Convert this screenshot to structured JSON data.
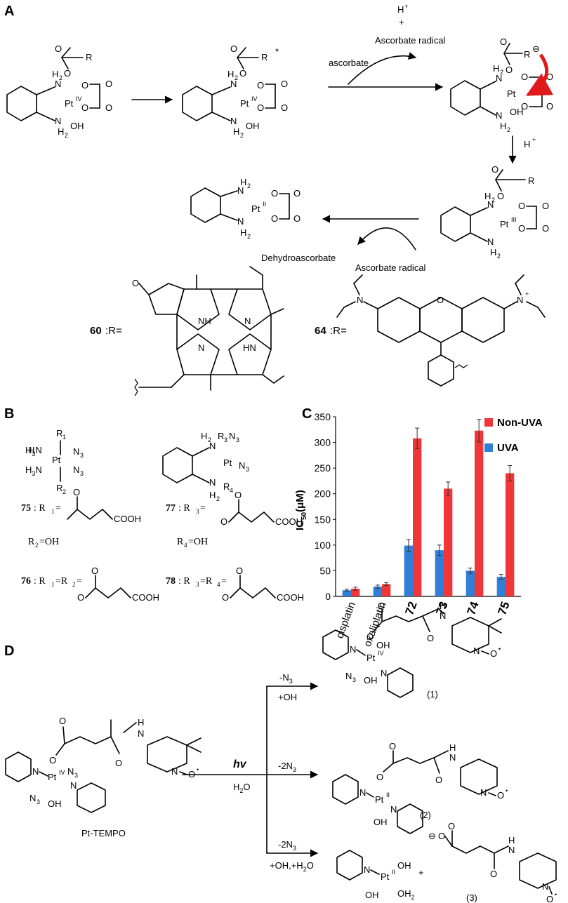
{
  "panels": {
    "a": "A",
    "b": "B",
    "c": "C",
    "d": "D"
  },
  "panel_a": {
    "top_right": {
      "h": "H",
      "plus_sup": "+",
      "plus": "+",
      "ascorbate_radical": "Ascorbate radical"
    },
    "ascorbate": "ascorbate",
    "proton_h": "H",
    "proton_plus": "+",
    "dehydroascorbate": "Dehydroascorbate",
    "ascorbate_radical_bottom": "Ascorbate radical",
    "star": "*",
    "minus": "⊖",
    "atoms": {
      "pt": "Pt",
      "iv": "IV",
      "iii": "III",
      "ii": "II",
      "h": "H",
      "two": "2",
      "n": "N",
      "o": "O",
      "oh": "OH",
      "r": "R",
      "nh": "NH",
      "hn": "HN",
      "plus": "+"
    },
    "r60": {
      "num": "60",
      "eq": ":R="
    },
    "r64": {
      "num": "64",
      "eq": ":R="
    }
  },
  "panel_b": {
    "c75": {
      "num": "75",
      "r1": " : R",
      "r1sub": "1",
      "eq": "=",
      "r2": "R",
      "r2sub": "2",
      "r2val": "=OH"
    },
    "c76": {
      "num": "76",
      "t1": " : R",
      "s1": "1",
      "t2": "=R",
      "s2": "2",
      "t3": "="
    },
    "c77": {
      "num": "77",
      "t1": " : R",
      "s1": "3",
      "t2": "=",
      "r4": "R",
      "r4sub": "4",
      "r4val": "=OH"
    },
    "c78": {
      "num": "78",
      "t1": " : R",
      "s1": "3",
      "t2": "=R",
      "s2": "4",
      "t3": "="
    },
    "cooh": "COOH"
  },
  "chart_data": {
    "type": "bar",
    "categories": [
      "cisplatin",
      "oxaliplatin",
      "72",
      "73",
      "74",
      "75"
    ],
    "series": [
      {
        "name": "UVA",
        "color": "#2f7fd6",
        "values": [
          12,
          19,
          99,
          90,
          50,
          38
        ],
        "errors": [
          2,
          3,
          12,
          10,
          5,
          5
        ]
      },
      {
        "name": "Non-UVA",
        "color": "#f03636",
        "values": [
          15,
          24,
          308,
          210,
          323,
          240
        ],
        "errors": [
          3,
          3,
          20,
          13,
          22,
          15
        ]
      }
    ],
    "ylim": [
      0,
      350
    ],
    "yticks": [
      0,
      50,
      100,
      150,
      200,
      250,
      300,
      350
    ],
    "ytick_labels": [
      "0",
      "50",
      "100",
      "150",
      "200",
      "250",
      "300",
      "350"
    ],
    "ylabel": {
      "main": "IC",
      "sub": "50",
      "unit": "(μM)"
    },
    "legend": "top-right",
    "grid": false
  },
  "panel_d": {
    "hv": "hv",
    "h2o": "H",
    "h2o_sub": "2",
    "h2o_o": "O",
    "pt_tempo": "Pt-TEMPO",
    "c1": "(1)",
    "c2": "(2)",
    "c3": "(3)",
    "path1_top": "-N",
    "path1_top_sub": "3",
    "path1_bottom": "+OH",
    "path2_top": "-2N",
    "path2_top_sub": "3",
    "path3_top": "-2N",
    "path3_top_sub": "3",
    "path3_bottom": "+OH,+H",
    "path3_bottom_sub": "2",
    "path3_bottom_end": "O",
    "plus": "+",
    "n3": "N",
    "n3sub": "3",
    "nro": "N",
    "o_rad": "O",
    "dot": "•"
  }
}
